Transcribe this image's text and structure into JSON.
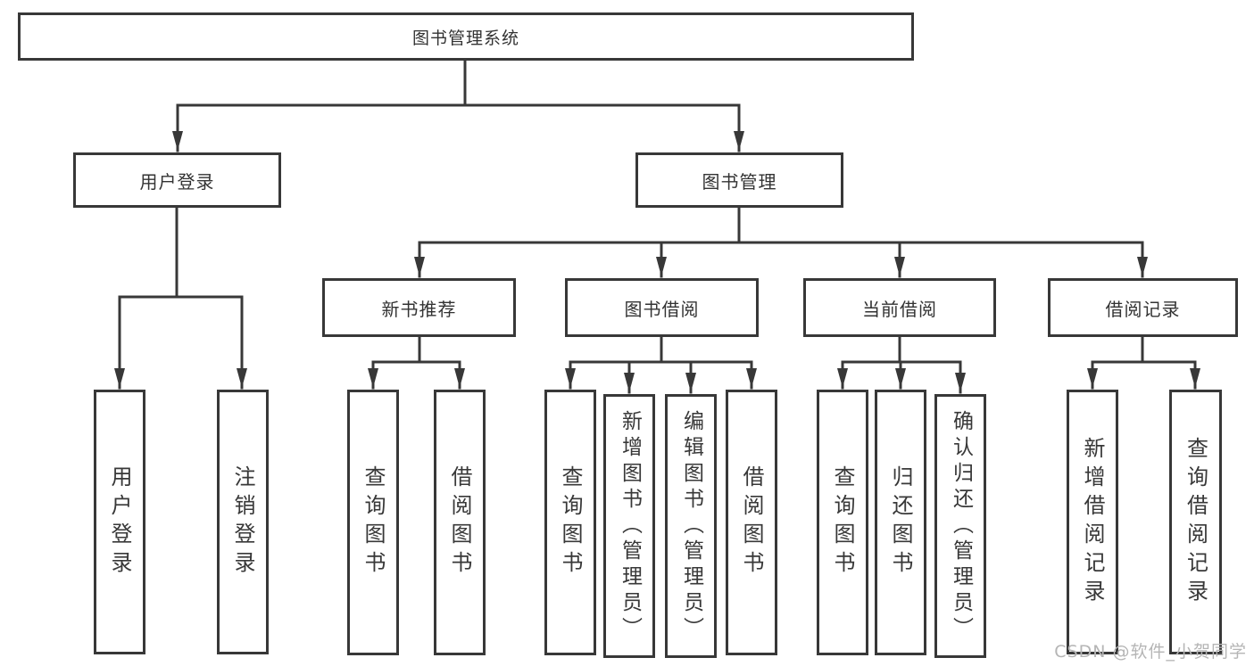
{
  "diagram": {
    "title": "图书管理系统",
    "colors": {
      "line": "#383838",
      "text": "#333333",
      "background": "#ffffff",
      "watermark": "#b5b5b5"
    },
    "nodes": {
      "root": {
        "label": "图书管理系统"
      },
      "user_login": {
        "label": "用户登录"
      },
      "book_mgmt": {
        "label": "图书管理"
      },
      "new_books": {
        "label": "新书推荐"
      },
      "book_borrow": {
        "label": "图书借阅"
      },
      "current_borrow": {
        "label": "当前借阅"
      },
      "borrow_records": {
        "label": "借阅记录"
      },
      "leaf_user_login": {
        "label": "用户登录"
      },
      "leaf_logout": {
        "label": "注销登录"
      },
      "leaf_nb_query": {
        "label": "查询图书"
      },
      "leaf_nb_borrow": {
        "label": "借阅图书"
      },
      "leaf_bb_query": {
        "label": "查询图书"
      },
      "leaf_bb_add": {
        "label": "新增图书（管理员）"
      },
      "leaf_bb_edit": {
        "label": "编辑图书（管理员）"
      },
      "leaf_bb_borrow": {
        "label": "借阅图书"
      },
      "leaf_cb_query": {
        "label": "查询图书"
      },
      "leaf_cb_return": {
        "label": "归还图书"
      },
      "leaf_cb_confirm": {
        "label": "确认归还（管理员）"
      },
      "leaf_br_add": {
        "label": "新增借阅记录"
      },
      "leaf_br_query": {
        "label": "查询借阅记录"
      }
    },
    "watermark": "CSDN @软件_小贺同学"
  }
}
